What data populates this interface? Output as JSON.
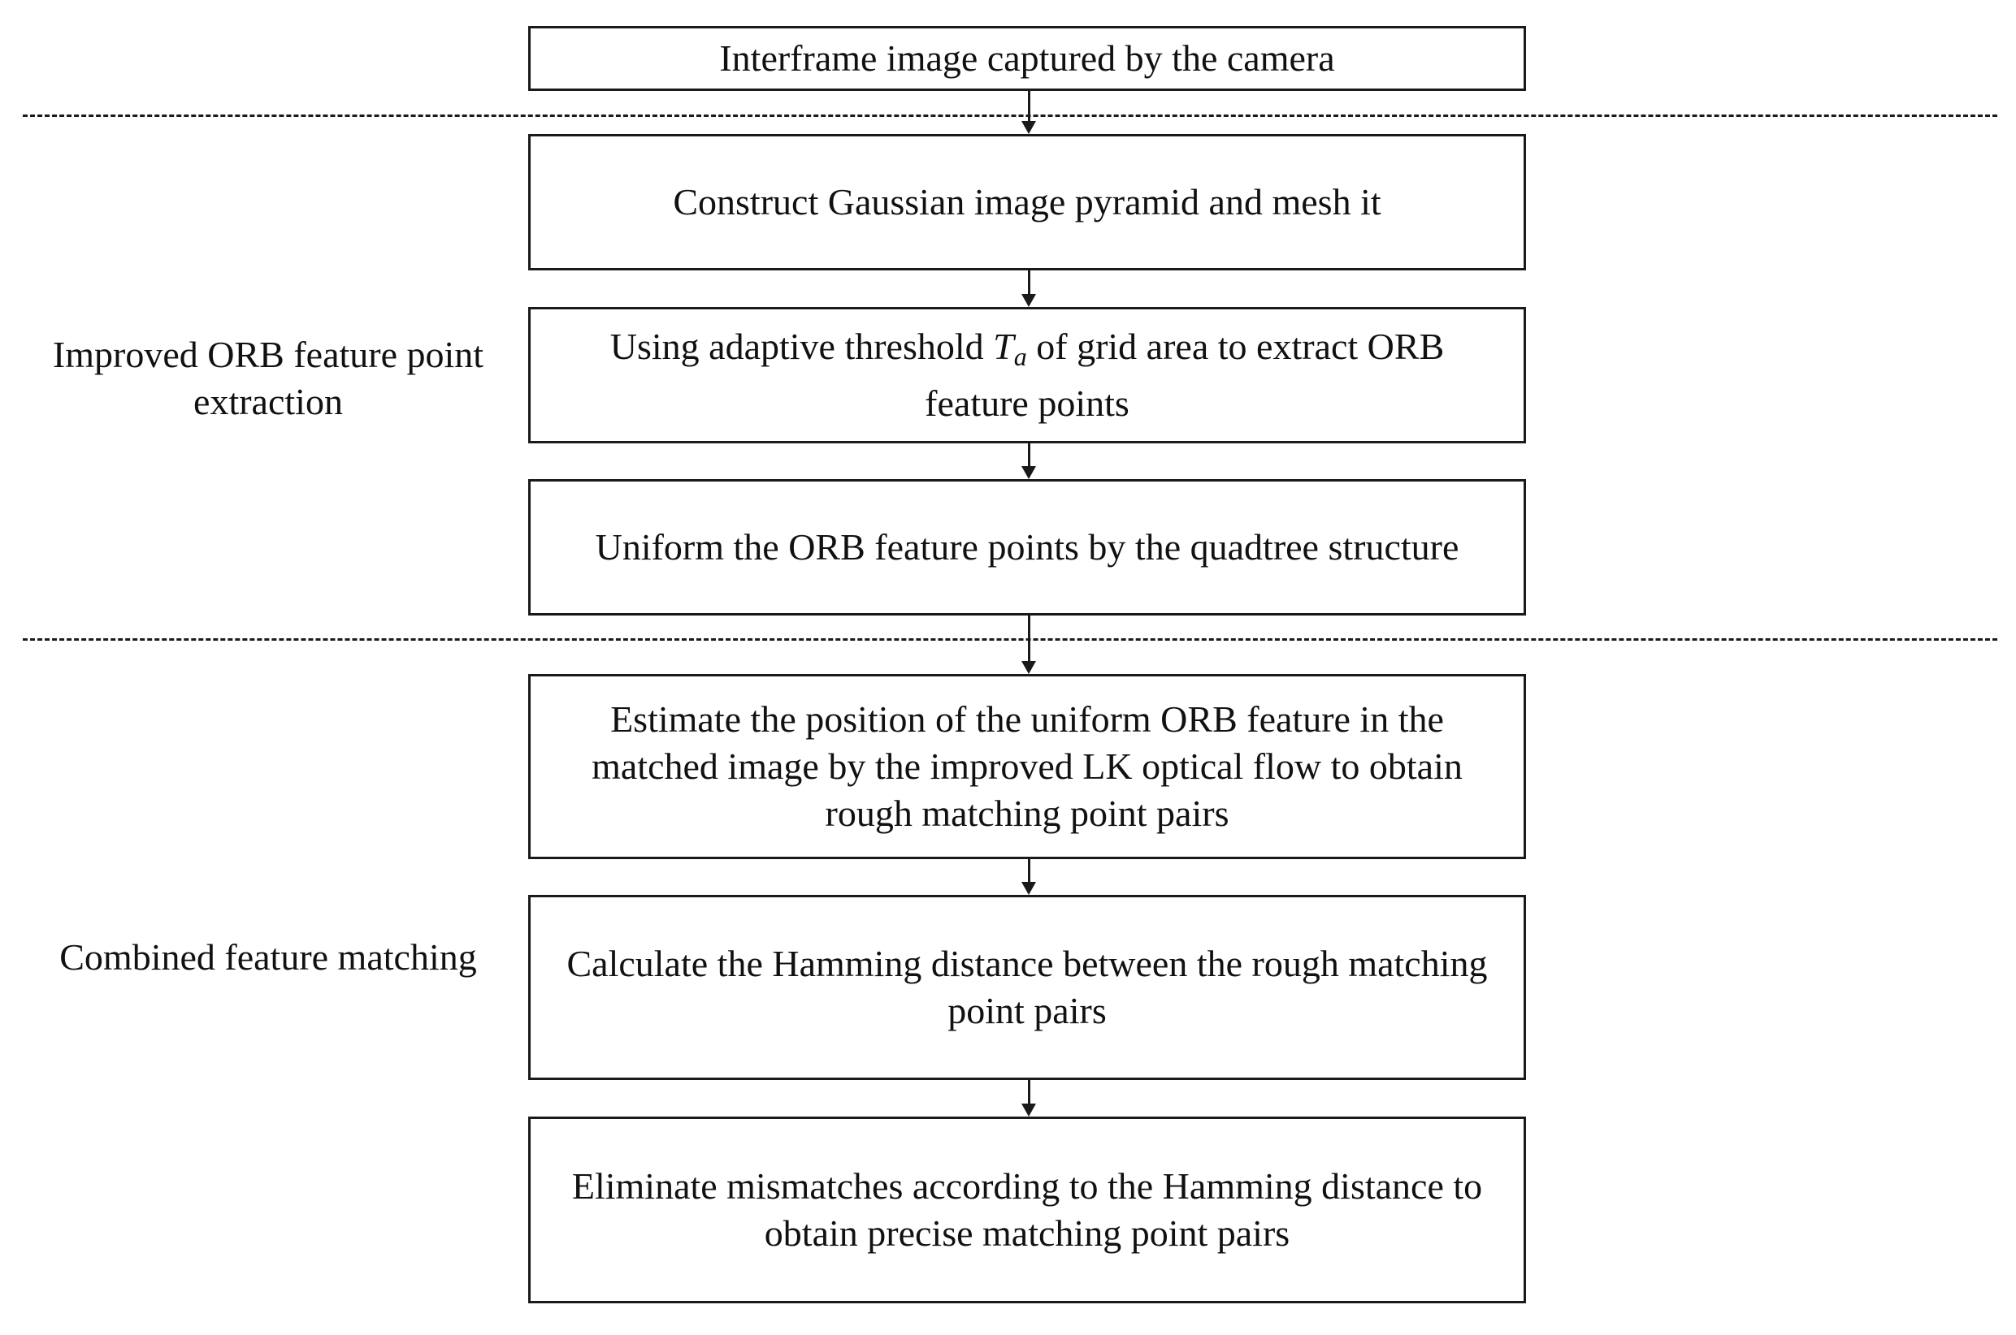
{
  "steps": {
    "s1": "Interframe image captured by the camera",
    "s2": "Construct Gaussian image pyramid and mesh it",
    "s3_before": "Using adaptive threshold ",
    "s3_var": "T",
    "s3_sub": "a",
    "s3_after": " of grid area to extract ORB",
    "s3_line2": "feature points",
    "s4": "Uniform the ORB feature points by the quadtree structure",
    "s5": "Estimate the position of the uniform ORB feature in the matched image by the improved LK optical flow to obtain rough matching point pairs",
    "s6": "Calculate the Hamming distance between the rough matching point pairs",
    "s7": "Eliminate mismatches according to the Hamming distance to obtain precise matching point pairs"
  },
  "sections": {
    "extraction": "Improved ORB feature point extraction",
    "matching": "Combined feature matching"
  }
}
